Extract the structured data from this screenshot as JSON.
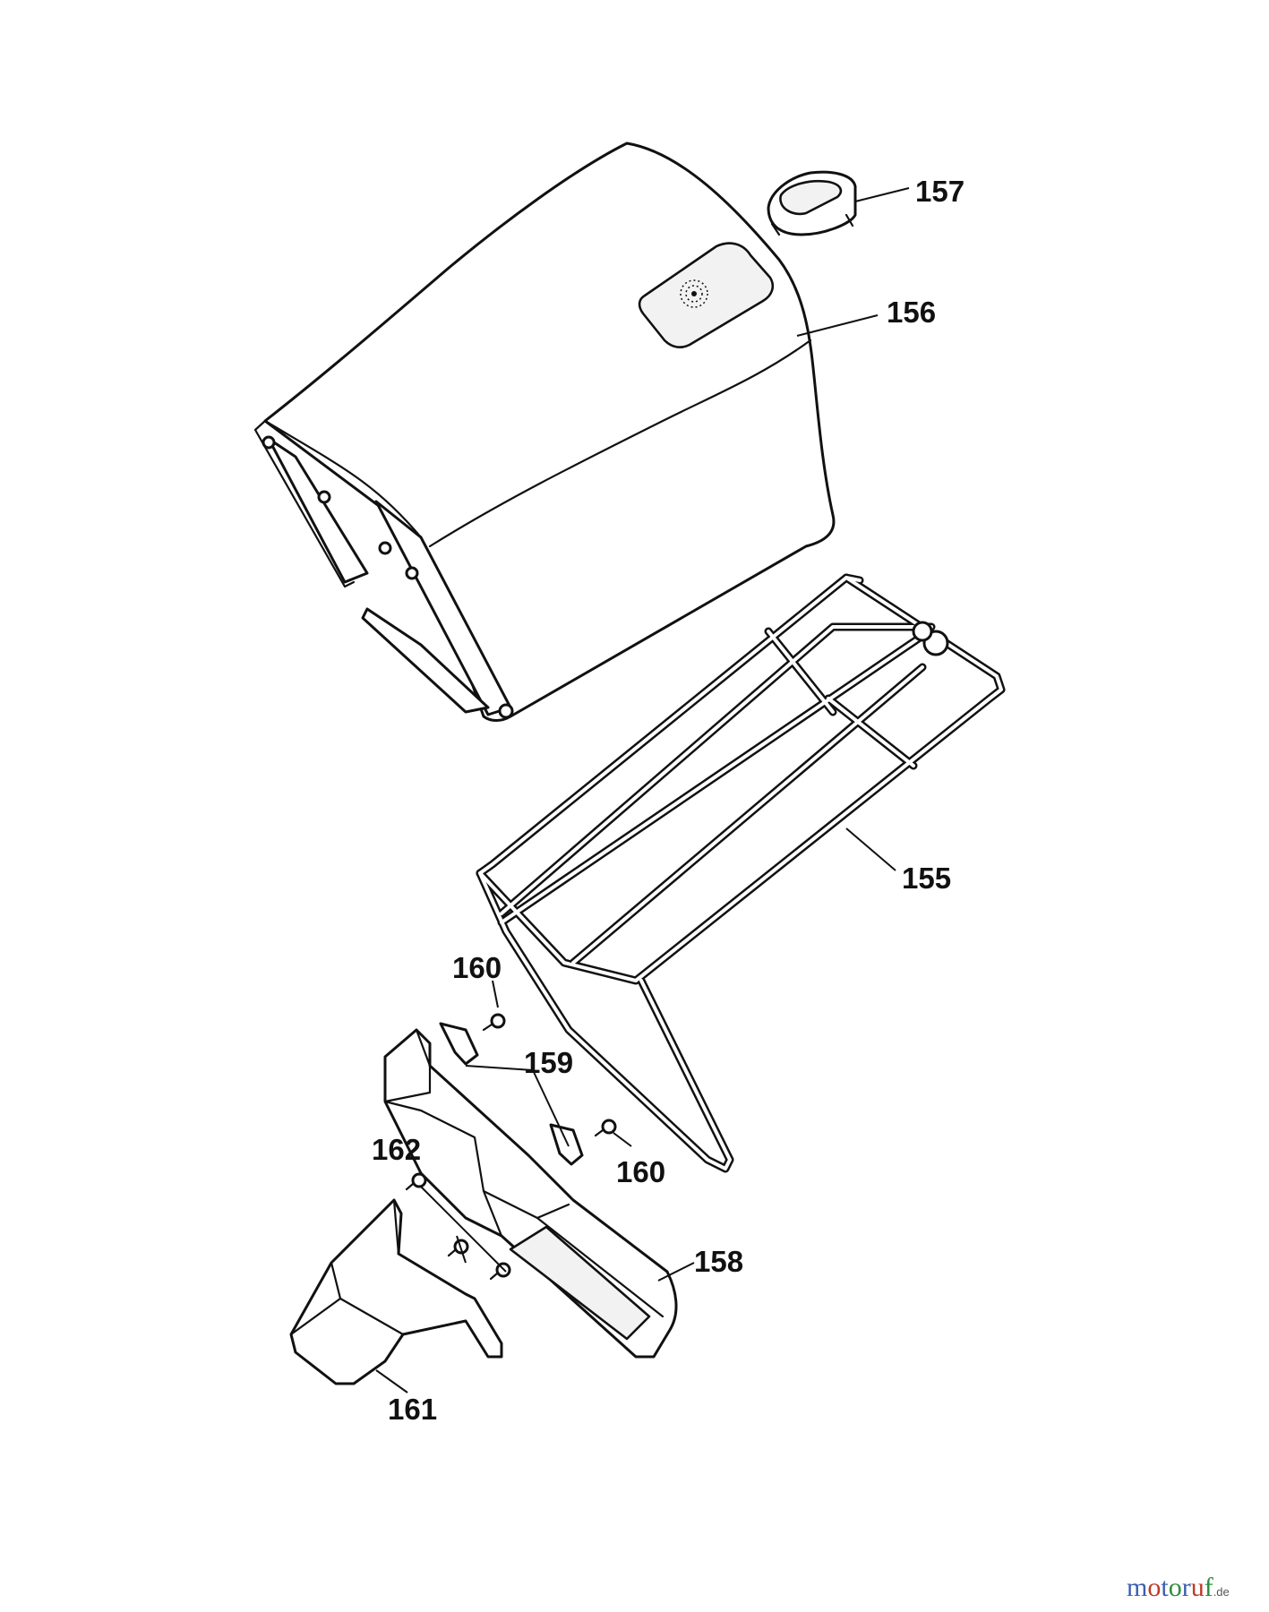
{
  "callouts": [
    {
      "id": "157",
      "label": "157"
    },
    {
      "id": "156",
      "label": "156"
    },
    {
      "id": "155",
      "label": "155"
    },
    {
      "id": "160a",
      "label": "160"
    },
    {
      "id": "159",
      "label": "159"
    },
    {
      "id": "160b",
      "label": "160"
    },
    {
      "id": "162",
      "label": "162"
    },
    {
      "id": "158",
      "label": "158"
    },
    {
      "id": "161",
      "label": "161"
    }
  ],
  "watermark": {
    "parts": [
      "m",
      "o",
      "t",
      "o",
      "r",
      "u",
      "f"
    ],
    "suffix": ".de"
  }
}
